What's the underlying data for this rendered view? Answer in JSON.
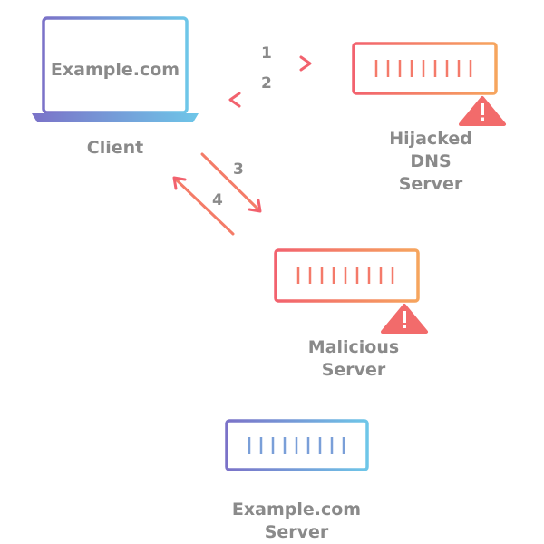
{
  "client": {
    "screen_text": "Example.com",
    "label": "Client"
  },
  "hijacked_dns": {
    "label_line1": "Hijacked",
    "label_line2": "DNS",
    "label_line3": "Server"
  },
  "malicious_server": {
    "label_line1": "Malicious",
    "label_line2": "Server"
  },
  "example_server": {
    "label_line1": "Example.com",
    "label_line2": "Server"
  },
  "steps": {
    "s1": "1",
    "s2": "2",
    "s3": "3",
    "s4": "4"
  },
  "icons": {
    "client": "laptop-icon",
    "hijacked_dns": "server-icon",
    "malicious": "server-icon",
    "example": "server-icon",
    "warning": "warning-triangle-icon"
  },
  "colors": {
    "label_gray": "#8a8a8a",
    "cool_start": "#7b72c8",
    "cool_end": "#6ec6e8",
    "warm_start": "#f2626e",
    "warm_end": "#f6a55e",
    "warning_fill": "#f26b6b"
  }
}
